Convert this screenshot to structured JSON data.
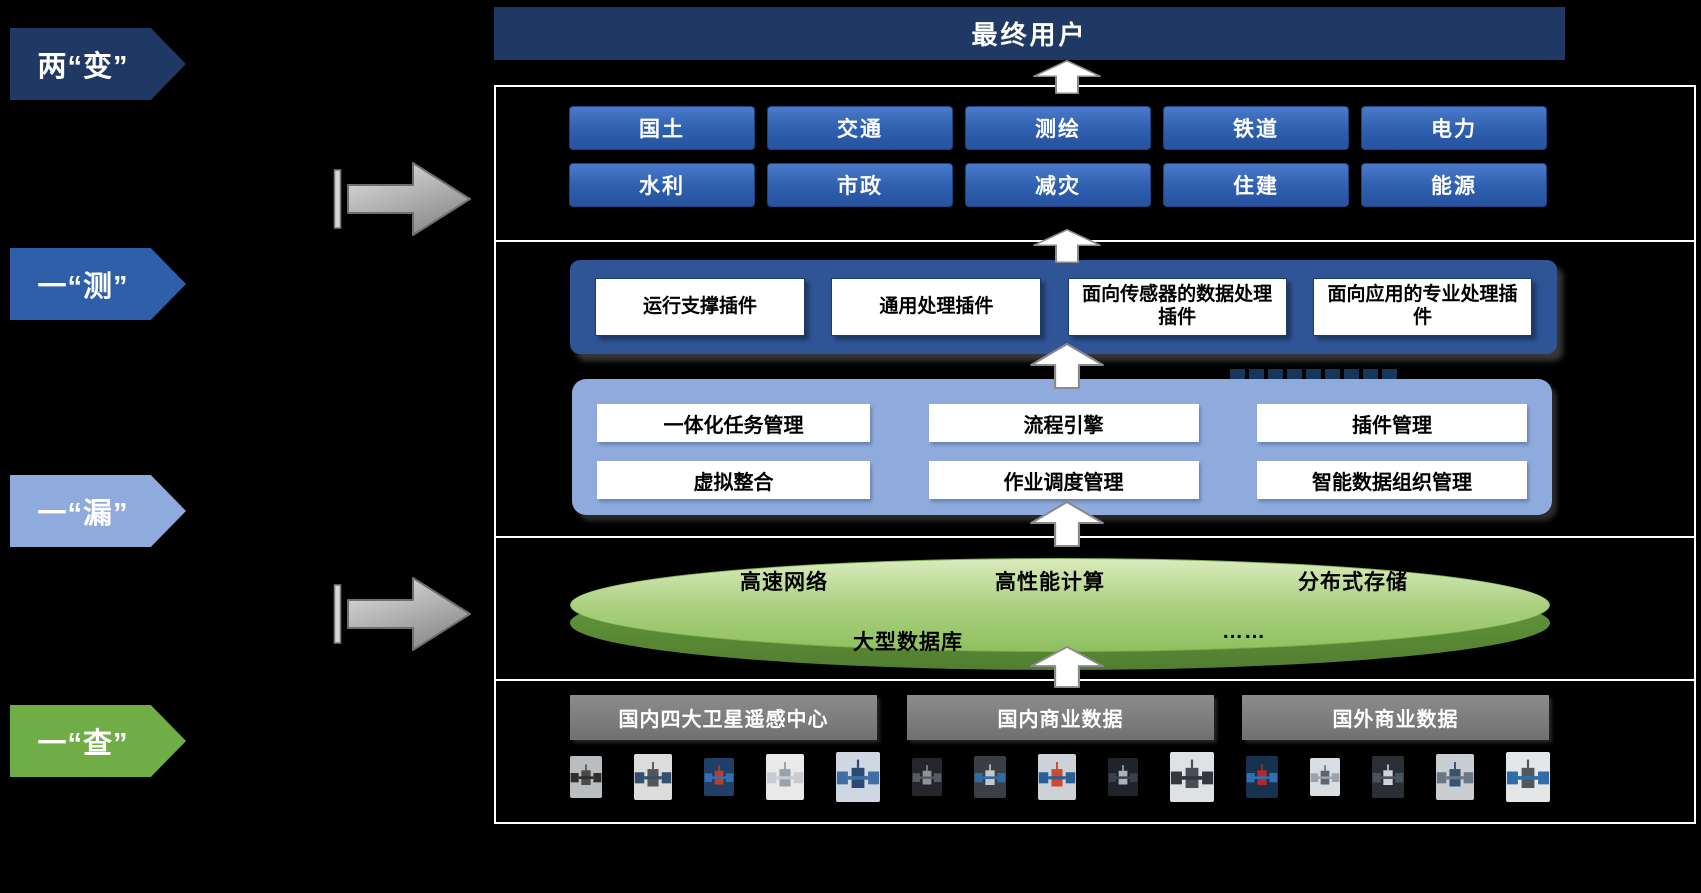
{
  "left_labels": {
    "items": [
      {
        "label": "两“变”",
        "color": "#1F3864"
      },
      {
        "label": "一“测”",
        "color": "#2E5FA8"
      },
      {
        "label": "一“漏”",
        "color": "#8FAADC"
      },
      {
        "label": "一“查”",
        "color": "#70AD47"
      }
    ]
  },
  "top_banner": {
    "title": "最终用户"
  },
  "applications": {
    "row1": [
      "国土",
      "交通",
      "测绘",
      "铁道",
      "电力"
    ],
    "row2": [
      "水利",
      "市政",
      "减灾",
      "住建",
      "能源"
    ]
  },
  "plugin_layer": {
    "items": [
      "运行支撑插件",
      "通用处理插件",
      "面向传感器的数据处理插件",
      "面向应用的专业处理插件"
    ]
  },
  "platform_layer": {
    "row1": [
      "一体化任务管理",
      "流程引擎",
      "插件管理"
    ],
    "row2": [
      "虚拟整合",
      "作业调度管理",
      "智能数据组织管理"
    ]
  },
  "infrastructure_layer": {
    "top_row": [
      "高速网络",
      "高性能计算",
      "分布式存储"
    ],
    "bottom_row": [
      "大型数据库",
      "……"
    ]
  },
  "data_source_layer": {
    "bars": [
      "国内四大卫星遥感中心",
      "国内商业数据",
      "国外商业数据"
    ]
  },
  "icons": {
    "up_arrow": "block-arrow-up",
    "flow_arrow": "block-arrow-right",
    "satellite": "satellite-photo-thumbnail"
  },
  "colors": {
    "background": "#000000",
    "banner_navy": "#1F3864",
    "app_button_blue": "#2E5FAE",
    "plugin_container_blue": "#2F5597",
    "platform_container_light_blue": "#8FAADC",
    "infrastructure_green": "#70AD47",
    "data_source_gray": "#7F7F7F"
  },
  "satellites": [
    {
      "bg": "#b9bdbf",
      "panel": "#2e2e2e",
      "body": "#4a4a4a"
    },
    {
      "bg": "#dcdcdc",
      "panel": "#33506e",
      "body": "#555555"
    },
    {
      "bg": "#1f3f66",
      "panel": "#2f6fb3",
      "body": "#c23b2a"
    },
    {
      "bg": "#e9e9e9",
      "panel": "#c7ccd2",
      "body": "#98a2ad"
    },
    {
      "bg": "#cfd8e2",
      "panel": "#3f6ea5",
      "body": "#2b4a73"
    },
    {
      "bg": "#24262b",
      "panel": "#565c63",
      "body": "#8d949c"
    },
    {
      "bg": "#3a3f45",
      "panel": "#2e6da3",
      "body": "#c7c7c7"
    },
    {
      "bg": "#cdd2d6",
      "panel": "#2a5f98",
      "body": "#d04a33"
    },
    {
      "bg": "#20242a",
      "panel": "#39424c",
      "body": "#aab2ba"
    },
    {
      "bg": "#dfe2e5",
      "panel": "#333840",
      "body": "#4a4f55"
    },
    {
      "bg": "#16324f",
      "panel": "#2f6fb3",
      "body": "#b5292c"
    },
    {
      "bg": "#d8dde2",
      "panel": "#9aa3ad",
      "body": "#5d6670"
    },
    {
      "bg": "#2b2f35",
      "panel": "#4a555f",
      "body": "#cfd4d9"
    },
    {
      "bg": "#c9ced3",
      "panel": "#6b7785",
      "body": "#36536f"
    },
    {
      "bg": "#e4e6e8",
      "panel": "#2f6da8",
      "body": "#52575d"
    }
  ]
}
